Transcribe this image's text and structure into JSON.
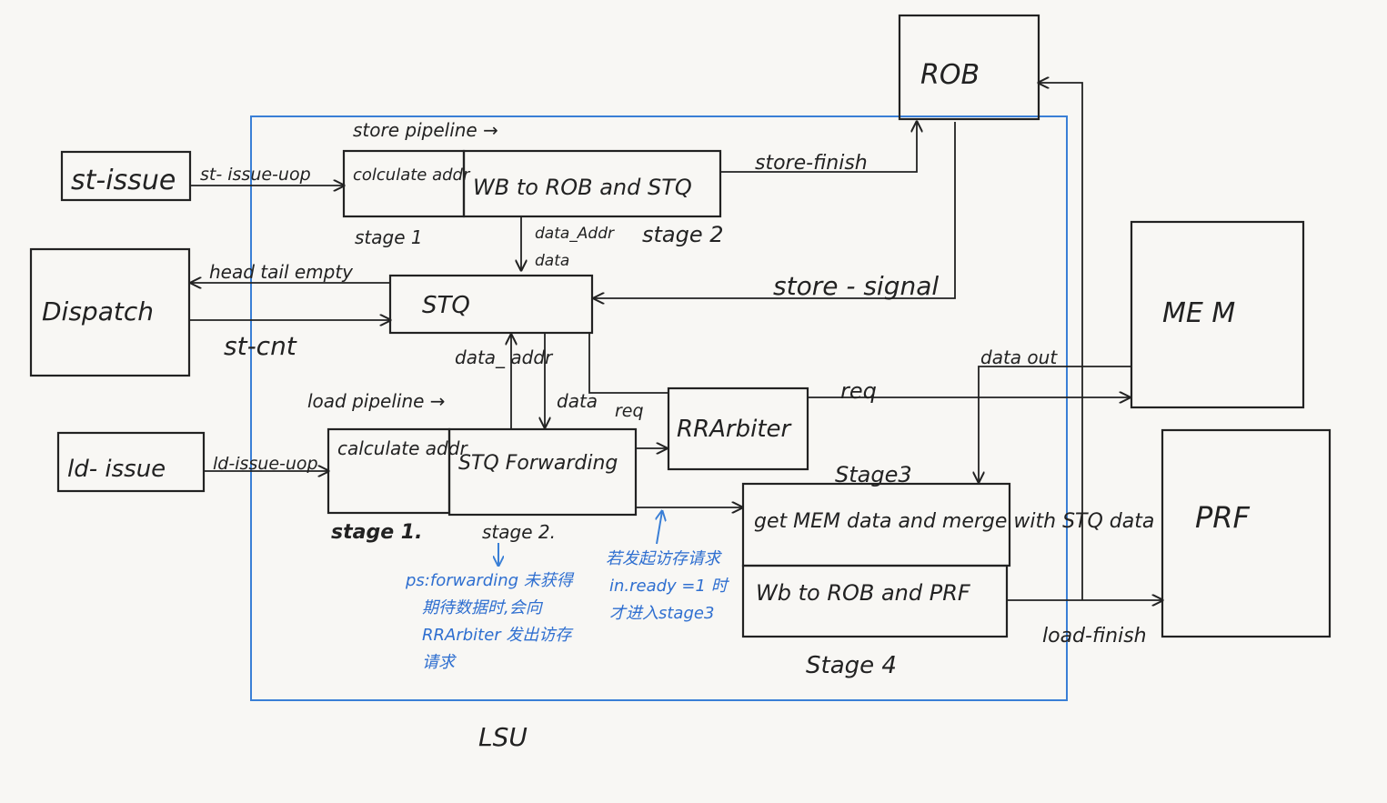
{
  "colors": {
    "ink": "#222222",
    "lsu_border": "#3a7fd6",
    "note_text": "#2f6fd0",
    "paper": "#f8f7f4"
  },
  "boxes": {
    "rob": "ROB",
    "st_issue": "st-issue",
    "dispatch": "Dispatch",
    "ld_issue": "ld- issue",
    "mem": "ME M",
    "prf": "PRF",
    "st_calc": "colculate addr",
    "wb_rob_stq": "WB to ROB and STQ",
    "stq": "STQ",
    "ld_calc": "calculate addr",
    "stq_forwarding": "STQ Forwarding",
    "rrarbiter": "RRArbiter",
    "get_mem_merge": "get MEM data and merge with STQ data",
    "wb_rob_prf": "Wb to ROB and PRF"
  },
  "labels": {
    "store_pipeline": "store pipeline →",
    "load_pipeline": "load pipeline →",
    "st_issue_uop": "st- issue-uop",
    "ld_issue_uop": "ld-issue-uop",
    "store_finish": "store-finish",
    "store_signal": "store - signal",
    "head_tail_empty": "head tail empty",
    "st_cnt": "st-cnt",
    "data_addr_top": "data_Addr",
    "data_top": "data",
    "data_addr_mid": "data_ addr",
    "data_mid": "data",
    "req_small": "req",
    "req_big": "req",
    "data_out": "data out",
    "load_finish": "load-finish",
    "st_stage1": "stage 1",
    "st_stage2": "stage 2",
    "ld_stage1": "stage 1.",
    "ld_stage2": "stage 2.",
    "stage3": "Stage3",
    "stage4": "Stage 4",
    "lsu": "LSU"
  },
  "notes": {
    "forwarding": [
      "ps:forwarding 未获得",
      "期待数据时,会向",
      "RRArbiter 发出访存",
      "请求"
    ],
    "ready": [
      "若发起访存请求",
      "in.ready =1 时",
      "才进入stage3"
    ]
  }
}
